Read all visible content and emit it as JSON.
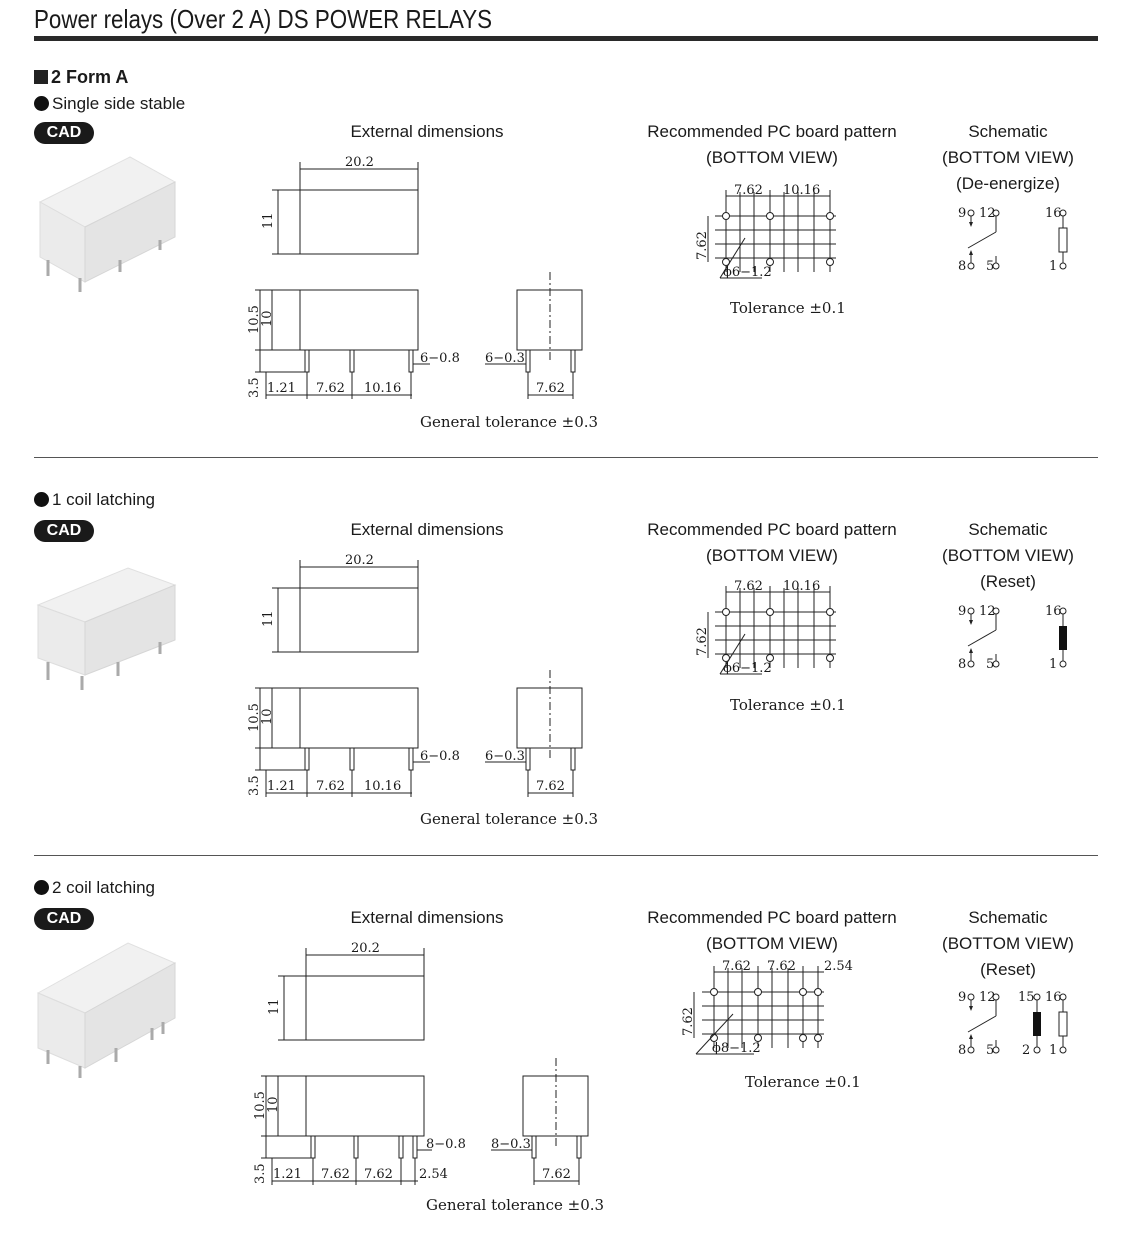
{
  "header": {
    "title": "Power relays (Over 2 A) DS POWER RELAYS"
  },
  "form_label": "2 Form A",
  "sections": [
    {
      "subtitle": "Single side stable",
      "cad": "CAD",
      "ext_dims_title": "External dimensions",
      "pcb_title_1": "Recommended PC board pattern",
      "pcb_title_2": "(BOTTOM VIEW)",
      "sch_title_1": "Schematic",
      "sch_title_2": "(BOTTOM VIEW)",
      "sch_title_3": "(De-energize)",
      "dims": {
        "width": "20.2",
        "height": "11",
        "h1": "10.5",
        "h2": "10",
        "pin": "3.5",
        "p1": "1.21",
        "p2": "7.62",
        "p3": "10.16",
        "pin_w": "6−0.8",
        "pin_t": "6−0.3",
        "side_p": "7.62"
      },
      "pcb": {
        "x1": "7.62",
        "x2": "10.16",
        "y": "7.62",
        "hole": "ϕ6−1.2"
      },
      "sch": {
        "a": "9",
        "b": "12",
        "c": "16",
        "d": "8",
        "e": "5",
        "f": "1"
      },
      "pcb_tolerance": "Tolerance ±0.1",
      "general_tolerance": "General tolerance ±0.3"
    },
    {
      "subtitle": "1 coil latching",
      "cad": "CAD",
      "ext_dims_title": "External dimensions",
      "pcb_title_1": "Recommended PC board pattern",
      "pcb_title_2": "(BOTTOM VIEW)",
      "sch_title_1": "Schematic",
      "sch_title_2": "(BOTTOM VIEW)",
      "sch_title_3": "(Reset)",
      "dims": {
        "width": "20.2",
        "height": "11",
        "h1": "10.5",
        "h2": "10",
        "pin": "3.5",
        "p1": "1.21",
        "p2": "7.62",
        "p3": "10.16",
        "pin_w": "6−0.8",
        "pin_t": "6−0.3",
        "side_p": "7.62"
      },
      "pcb": {
        "x1": "7.62",
        "x2": "10.16",
        "y": "7.62",
        "hole": "ϕ6−1.2"
      },
      "sch": {
        "a": "9",
        "b": "12",
        "c": "16",
        "d": "8",
        "e": "5",
        "f": "1"
      },
      "pcb_tolerance": "Tolerance ±0.1",
      "general_tolerance": "General tolerance ±0.3"
    },
    {
      "subtitle": "2 coil latching",
      "cad": "CAD",
      "ext_dims_title": "External dimensions",
      "pcb_title_1": "Recommended PC board pattern",
      "pcb_title_2": "(BOTTOM VIEW)",
      "sch_title_1": "Schematic",
      "sch_title_2": "(BOTTOM VIEW)",
      "sch_title_3": "(Reset)",
      "dims": {
        "width": "20.2",
        "height": "11",
        "h1": "10.5",
        "h2": "10",
        "pin": "3.5",
        "p1": "1.21",
        "p2": "7.62",
        "p3": "7.62",
        "p4": "2.54",
        "pin_w": "8−0.8",
        "pin_t": "8−0.3",
        "side_p": "7.62"
      },
      "pcb": {
        "x1": "7.62",
        "x2": "7.62",
        "x3": "2.54",
        "y": "7.62",
        "hole": "ϕ8−1.2"
      },
      "sch": {
        "a": "9",
        "b": "12",
        "c": "15",
        "c2": "16",
        "d": "8",
        "e": "5",
        "f": "2",
        "f2": "1"
      },
      "pcb_tolerance": "Tolerance ±0.1",
      "general_tolerance": "General tolerance ±0.3"
    }
  ]
}
